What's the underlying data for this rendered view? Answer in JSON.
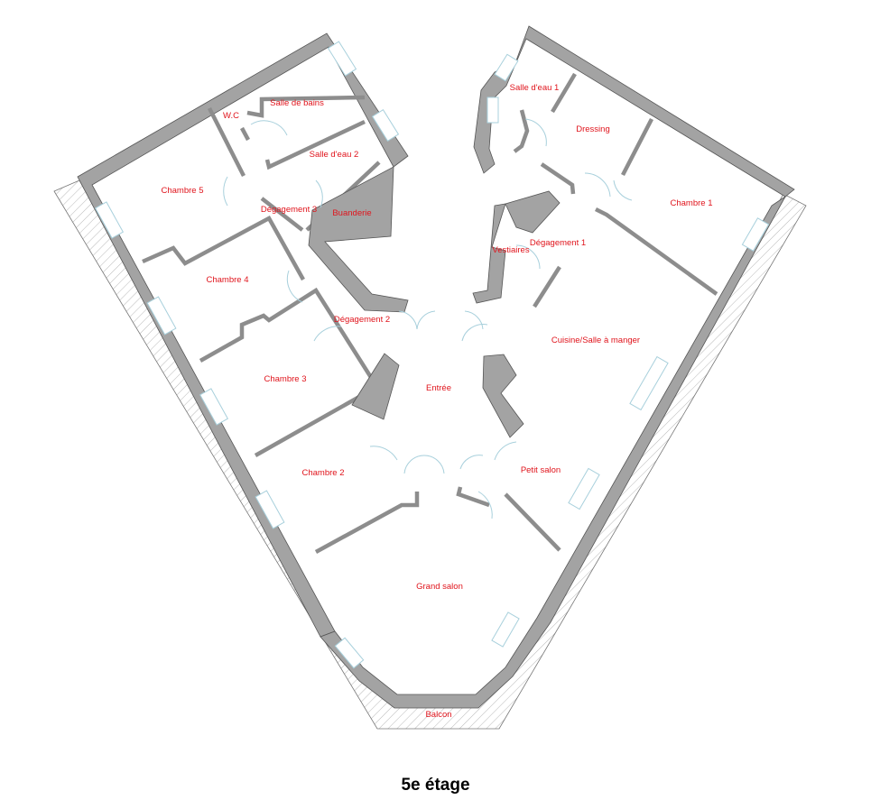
{
  "rooms": {
    "salle_de_bains": "Salle de bains",
    "wc": "W.C",
    "salle_deau_2": "Salle d'eau 2",
    "chambre_5": "Chambre 5",
    "degagement_3": "Dégagement 3",
    "buanderie": "Buanderie",
    "chambre_4": "Chambre 4",
    "degagement_2": "Dégagement 2",
    "chambre_3": "Chambre 3",
    "entree": "Entrée",
    "chambre_2": "Chambre 2",
    "grand_salon": "Grand salon",
    "balcon": "Balcon",
    "salle_deau_1": "Salle d'eau 1",
    "dressing": "Dressing",
    "chambre_1": "Chambre 1",
    "vestiaires": "Vestiaires",
    "degagement_1": "Dégagement 1",
    "cuisine": "Cuisine/Salle à manger",
    "petit_salon": "Petit salon"
  },
  "caption": "5e étage",
  "colors": {
    "wall": "#a3a3a3",
    "label": "#e0141c",
    "window": "#a8d0dc"
  }
}
